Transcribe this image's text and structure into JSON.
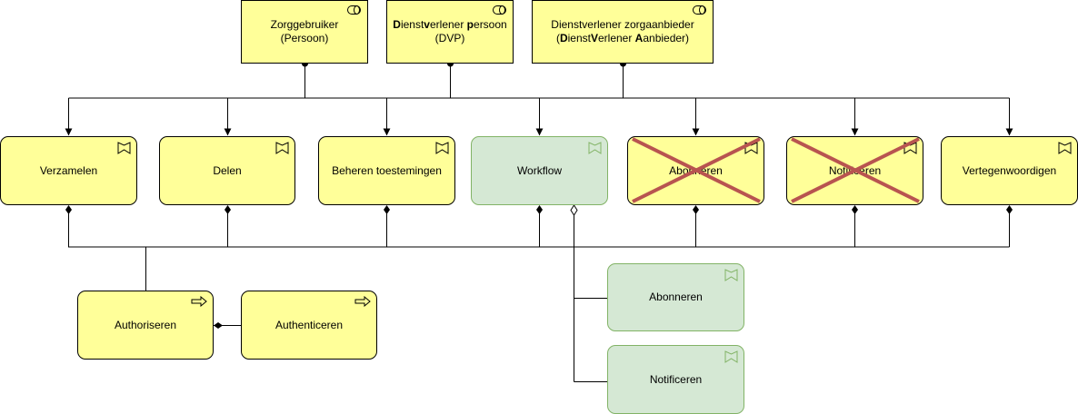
{
  "actors": [
    {
      "name": "actor-zorggebruiker",
      "lines": [
        [
          {
            "t": "Zorggebruiker"
          }
        ],
        [
          {
            "t": "(Persoon)"
          }
        ]
      ]
    },
    {
      "name": "actor-dienstverlener-persoon",
      "lines": [
        [
          {
            "t": "D",
            "b": 1
          },
          {
            "t": "ienst"
          },
          {
            "t": "v",
            "b": 1
          },
          {
            "t": "erlener "
          },
          {
            "t": "p",
            "b": 1
          },
          {
            "t": "ersoon"
          }
        ],
        [
          {
            "t": "(DVP)"
          }
        ]
      ]
    },
    {
      "name": "actor-dienstverlener-zorgaanbieder",
      "lines": [
        [
          {
            "t": "Dienstverlener zorgaanbieder"
          }
        ],
        [
          {
            "t": "("
          },
          {
            "t": "D",
            "b": 1
          },
          {
            "t": "ienst"
          },
          {
            "t": "V",
            "b": 1
          },
          {
            "t": "erlener "
          },
          {
            "t": "A",
            "b": 1
          },
          {
            "t": "anbieder)"
          }
        ]
      ]
    }
  ],
  "functions": {
    "verzamelen": "Verzamelen",
    "delen": "Delen",
    "beheren": "Beheren toestemingen",
    "workflow": "Workflow",
    "abonneren": "Abonneren",
    "notificeren": "Notificeren",
    "vertegenwoordigen": "Vertegenwoordigen"
  },
  "processes": {
    "authoriseren": "Authoriseren",
    "authenticeren": "Authenticeren"
  },
  "workflow_children": {
    "abonneren": "Abonneren",
    "notificeren": "Notificeren"
  },
  "crossed_out": [
    "abonneren",
    "notificeren"
  ],
  "colors": {
    "yellow_fill": "#ffff99",
    "green_fill": "#d5e8d4",
    "green_border": "#82b366",
    "cross": "#b85450"
  },
  "icons": {
    "actor": "role-icon",
    "function": "function-bookmark-icon",
    "process": "process-arrow-icon"
  }
}
